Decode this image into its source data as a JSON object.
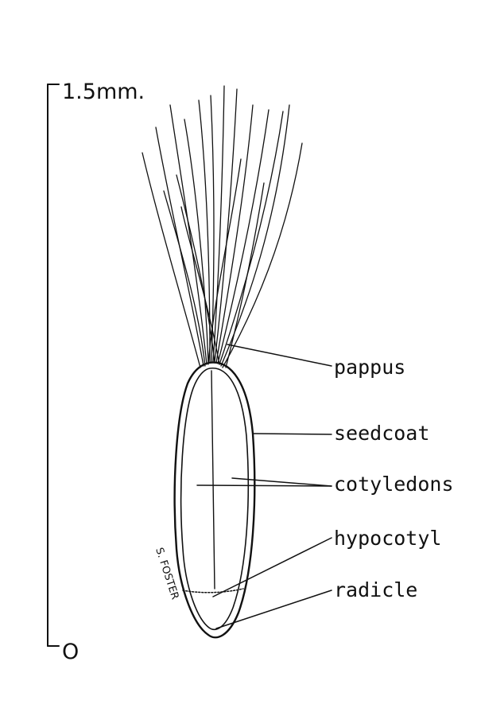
{
  "scale": {
    "top_label": "1.5mm.",
    "bottom_label": "O"
  },
  "labels": {
    "pappus": "pappus",
    "seedcoat": "seedcoat",
    "cotyledons": "cotyledons",
    "hypocotyl": "hypocotyl",
    "radicle": "radicle"
  },
  "signature": "S. FOSTER"
}
